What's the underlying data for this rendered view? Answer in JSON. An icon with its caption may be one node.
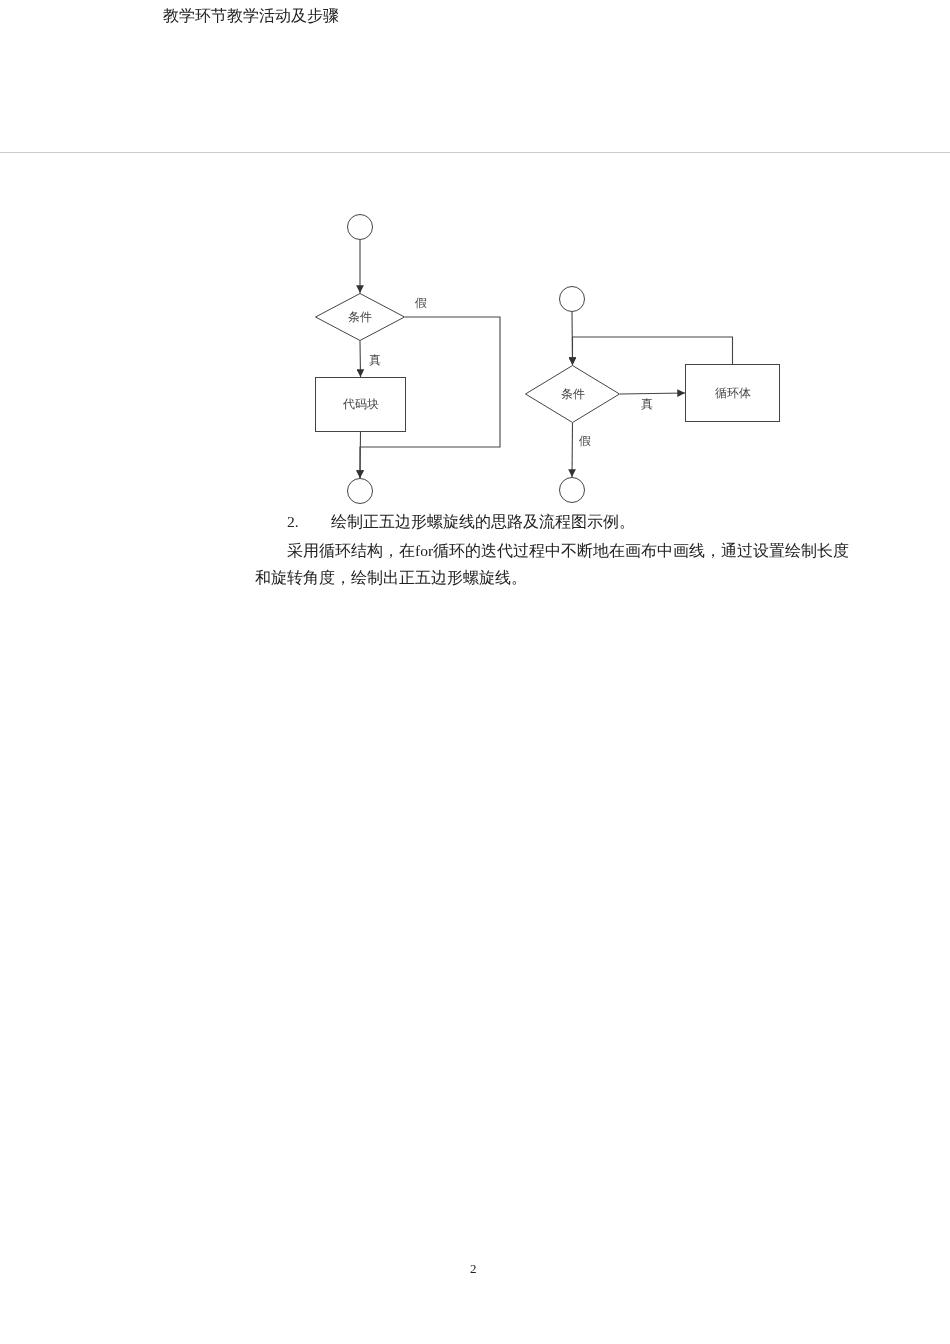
{
  "diagram": {
    "nodes": [
      {
        "text": [],
        "shape": "circle"
      },
      {
        "text": [
          "条件"
        ]
      },
      {
        "text": [
          "代码块"
        ]
      },
      {
        "text": [],
        "shape": "circle"
      },
      {
        "text": [],
        "shape": "circle"
      },
      {
        "text": [
          "条件"
        ]
      },
      {
        "text": [
          "循环体"
        ]
      },
      {
        "text": [],
        "shape": "circle"
      }
    ],
    "edges": [
      {
        "from": 0,
        "to": 1,
        "arrow": "to"
      },
      {
        "from": 1,
        "to": 2,
        "arrow": "to",
        "label": "真"
      },
      {
        "from": 1,
        "to": 3,
        "arrow": "to",
        "label": "假"
      },
      {
        "from": 2,
        "to": 3,
        "arrow": "to"
      },
      {
        "from": 4,
        "to": 5,
        "arrow": "to"
      },
      {
        "from": 5,
        "to": 6,
        "arrow": "to",
        "label": "真"
      },
      {
        "from": 6,
        "to": 5,
        "arrow": "to"
      },
      {
        "from": 5,
        "to": 7,
        "arrow": "to",
        "label": "假"
      }
    ],
    "labels": [
      "教学环节教学活动及步骤",
      "2.　　绘制正五边形螺旋线的思路及流程图示例。",
      "采用循环结构，在for循环的迭代过程中不断地在画布中画线，通过设置绘制长度和旋转角度，绘制出正五边形螺旋线。",
      "2"
    ]
  }
}
